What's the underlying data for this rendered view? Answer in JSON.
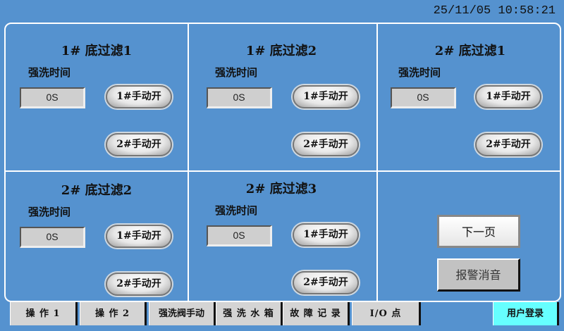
{
  "clock": "25/11/05 10:58:21",
  "panels": [
    {
      "title": "1# 底过滤1",
      "label": "强洗时间",
      "value": "0S",
      "btn1": "1#手动开",
      "btn2": "2#手动开"
    },
    {
      "title": "1# 底过滤2",
      "label": "强洗时间",
      "value": "0S",
      "btn1": "1#手动开",
      "btn2": "2#手动开"
    },
    {
      "title": "2# 底过滤1",
      "label": "强洗时间",
      "value": "0S",
      "btn1": "1#手动开",
      "btn2": "2#手动开"
    },
    {
      "title": "2# 底过滤2",
      "label": "强洗时间",
      "value": "0S",
      "btn1": "1#手动开",
      "btn2": "2#手动开"
    },
    {
      "title": "2# 底过滤3",
      "label": "强洗时间",
      "value": "0S",
      "btn1": "1#手动开",
      "btn2": "2#手动开"
    }
  ],
  "next_page": "下一页",
  "alarm_mute": "报警消音",
  "tabs": [
    "操 作 1",
    "操 作 2",
    "强洗阀手动",
    "强 洗 水 箱",
    "故 障 记 录",
    "I/O 点",
    "用户登录"
  ]
}
